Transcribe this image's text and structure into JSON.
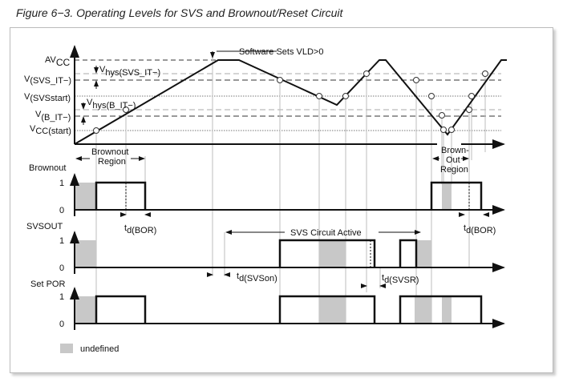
{
  "title": "Figure 6−3. Operating Levels for SVS and Brownout/Reset Circuit",
  "levels": {
    "avcc": "AV",
    "avcc_sub": "CC",
    "svs_it": "V",
    "svs_it_sub": "(SVS_IT−)",
    "svs_start": "V",
    "svs_start_sub": "(SVSstart)",
    "b_it": "V",
    "b_it_sub": "(B_IT−)",
    "vcc_start": "V",
    "vcc_start_sub": "CC(start)",
    "vhys_svs": "V",
    "vhys_svs_sub": "hys(SVS_IT−)",
    "vhys_b": "V",
    "vhys_b_sub": "hys(B_IT−)"
  },
  "annotations": {
    "software": "Software Sets VLD>0",
    "brownout_region_1": "Brownout",
    "brownout_region_2": "Region",
    "brown_out_1": "Brown-",
    "brown_out_2": "Out",
    "brown_out_3": "Region",
    "svs_active": "SVS Circuit Active",
    "td_bor": "t",
    "td_bor_sub": "d(BOR)",
    "td_svson": "t",
    "td_svson_sub": "d(SVSon)",
    "td_svsr": "t",
    "td_svsr_sub": "d(SVSR)"
  },
  "signals": [
    {
      "name": "Brownout",
      "one": "1",
      "zero": "0"
    },
    {
      "name": "SVSOUT",
      "one": "1",
      "zero": "0"
    },
    {
      "name": "Set POR",
      "one": "1",
      "zero": "0"
    }
  ],
  "legend": {
    "undefined": "undefined"
  },
  "colors": {
    "undefined": "#c8c8c8",
    "line": "#111111",
    "guide": "#bdbdbd"
  }
}
